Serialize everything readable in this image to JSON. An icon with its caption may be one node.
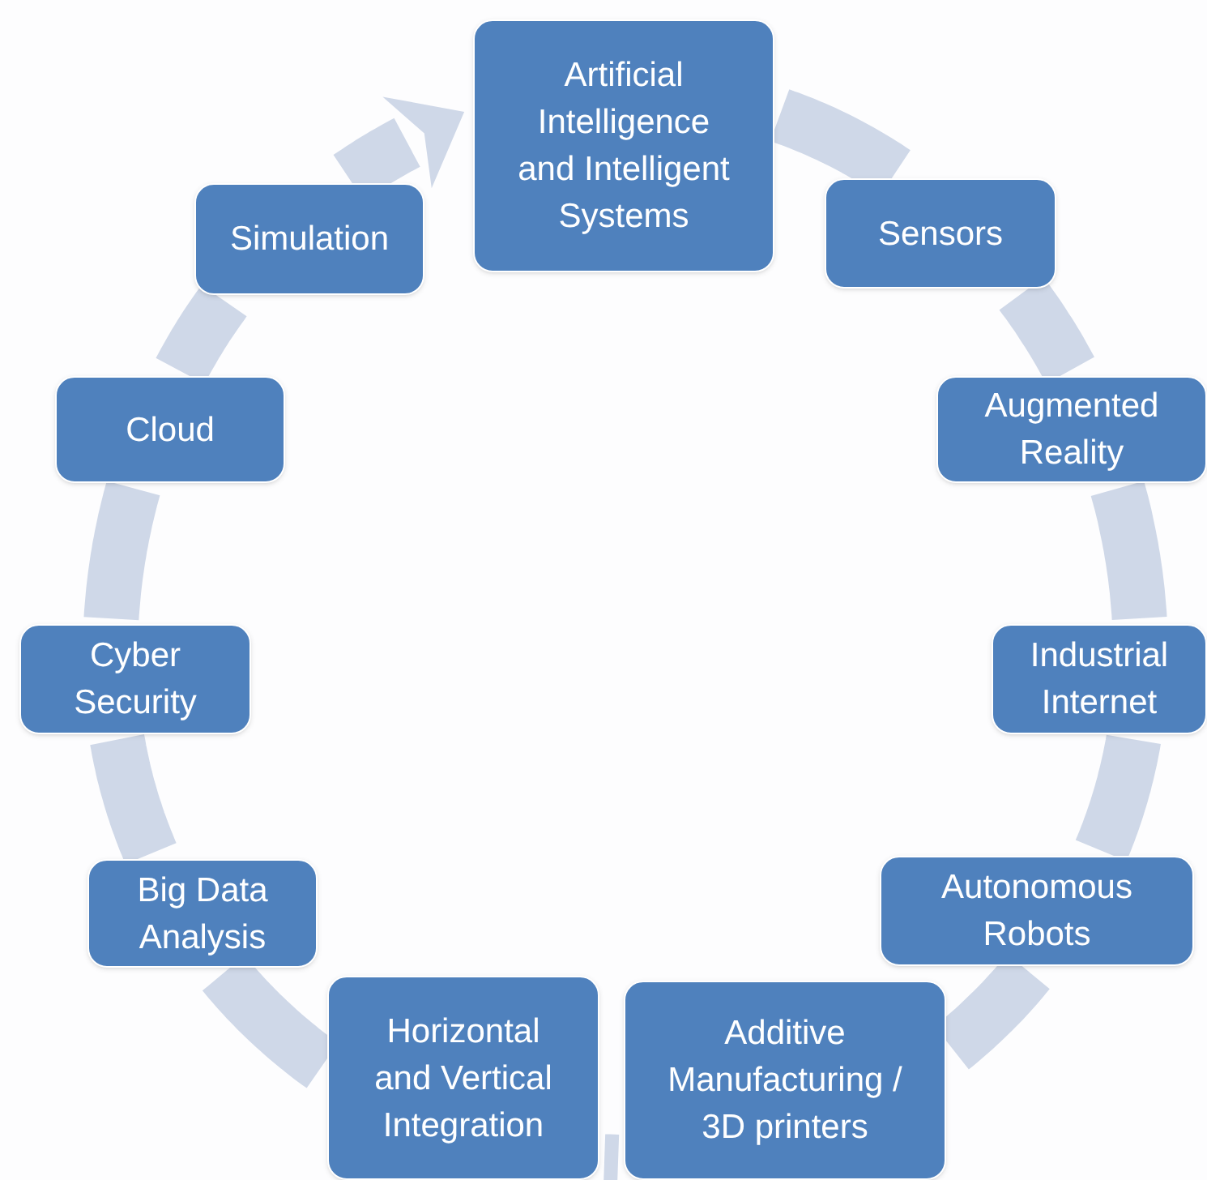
{
  "diagram": {
    "nodes": [
      {
        "text": [
          "Artificial Intelligence and Intelligent Systems"
        ]
      },
      {
        "text": [
          "Sensors"
        ]
      },
      {
        "text": [
          "Augmented Reality"
        ]
      },
      {
        "text": [
          "Industrial Internet"
        ]
      },
      {
        "text": [
          "Autonomous Robots"
        ]
      },
      {
        "text": [
          "Additive Manufacturing / 3D printers"
        ]
      },
      {
        "text": [
          "Horizontal and Vertical Integration"
        ]
      },
      {
        "text": [
          "Big Data Analysis"
        ]
      },
      {
        "text": [
          "Cyber Security"
        ]
      },
      {
        "text": [
          "Cloud"
        ]
      },
      {
        "text": [
          "Simulation"
        ]
      }
    ],
    "edges": [
      {
        "from": 0,
        "to": 1,
        "arrow": "none"
      },
      {
        "from": 1,
        "to": 2,
        "arrow": "none"
      },
      {
        "from": 2,
        "to": 3,
        "arrow": "none"
      },
      {
        "from": 3,
        "to": 4,
        "arrow": "none"
      },
      {
        "from": 4,
        "to": 5,
        "arrow": "none"
      },
      {
        "from": 5,
        "to": 6,
        "arrow": "none"
      },
      {
        "from": 6,
        "to": 7,
        "arrow": "none"
      },
      {
        "from": 7,
        "to": 8,
        "arrow": "none"
      },
      {
        "from": 8,
        "to": 9,
        "arrow": "none"
      },
      {
        "from": 9,
        "to": 10,
        "arrow": "none"
      },
      {
        "from": 10,
        "to": 0,
        "arrow": "to"
      }
    ]
  }
}
